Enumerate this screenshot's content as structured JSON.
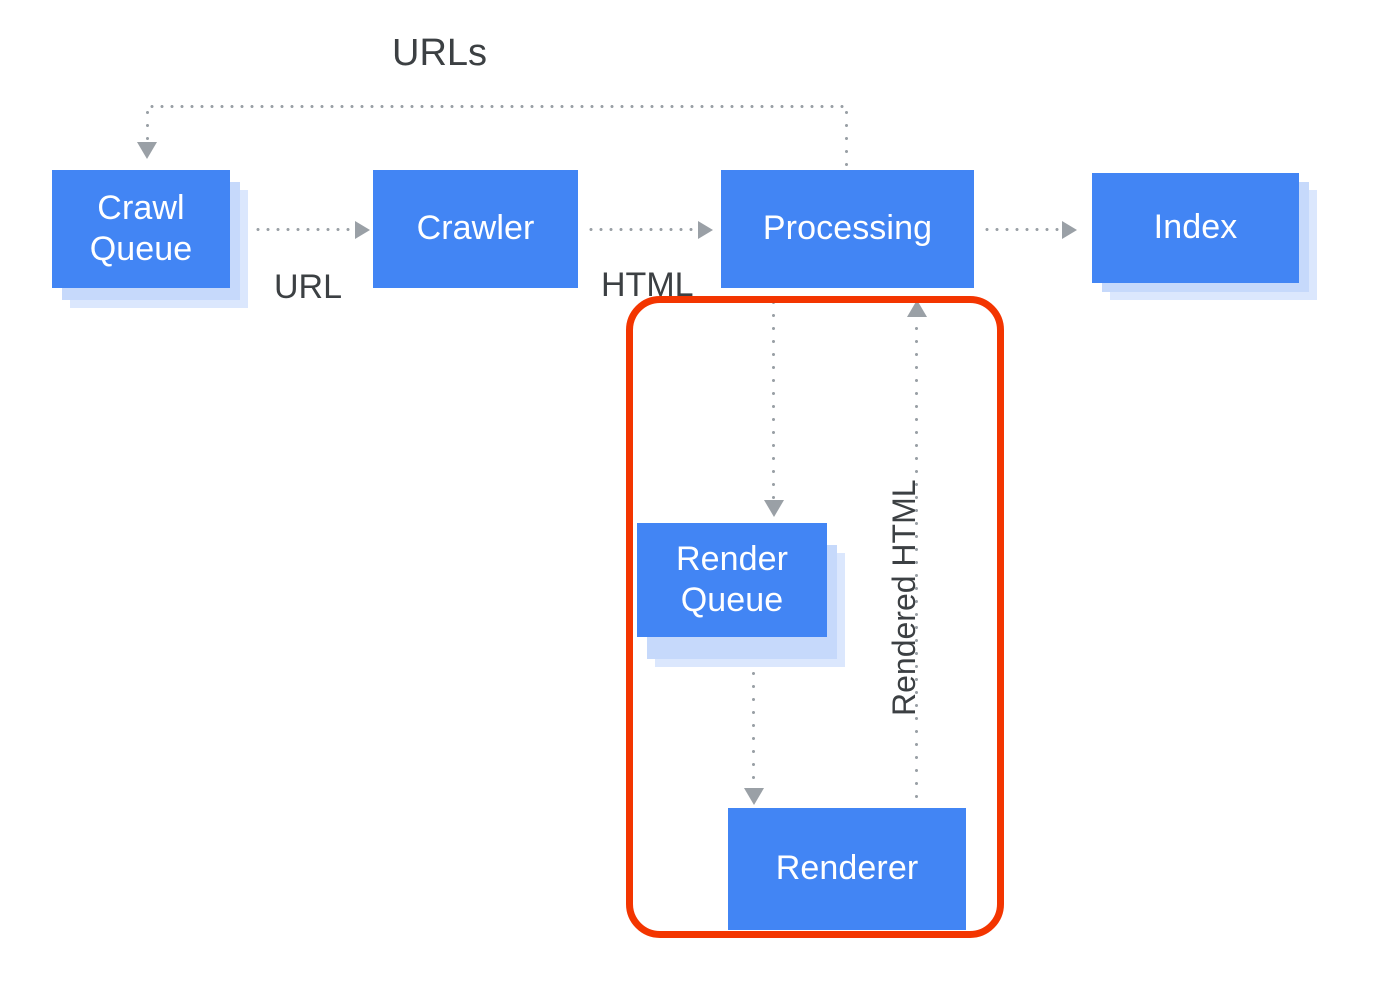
{
  "diagram": {
    "title_text": "URLs",
    "colors": {
      "node_blue": "#4285F4",
      "node_shadow_blue": "#c6d9fb",
      "node_shadow_blue_light": "#dbe7fd",
      "connector_gray": "#9aa0a6",
      "label_dark": "#3c4043",
      "highlight_red": "#F33500",
      "background": "#ffffff"
    },
    "nodes": [
      {
        "id": "crawl-queue",
        "label": "Crawl\nQueue",
        "stacked": true
      },
      {
        "id": "crawler",
        "label": "Crawler",
        "stacked": false
      },
      {
        "id": "processing",
        "label": "Processing",
        "stacked": false
      },
      {
        "id": "index",
        "label": "Index",
        "stacked": true
      },
      {
        "id": "render-queue",
        "label": "Render\nQueue",
        "stacked": true
      },
      {
        "id": "renderer",
        "label": "Renderer",
        "stacked": false
      }
    ],
    "edge_labels": {
      "urls": "URLs",
      "url": "URL",
      "html": "HTML",
      "rendered_html": "Rendered HTML"
    },
    "edges": [
      {
        "from": "crawl-queue",
        "to": "crawler",
        "label": "URL"
      },
      {
        "from": "crawler",
        "to": "processing",
        "label": "HTML"
      },
      {
        "from": "processing",
        "to": "index",
        "label": ""
      },
      {
        "from": "processing",
        "to": "crawl-queue",
        "label": "URLs"
      },
      {
        "from": "processing",
        "to": "render-queue",
        "label": ""
      },
      {
        "from": "render-queue",
        "to": "renderer",
        "label": ""
      },
      {
        "from": "renderer",
        "to": "processing",
        "label": "Rendered HTML"
      }
    ],
    "highlight": {
      "name": "rendering-subsystem-highlight",
      "contains": [
        "render-queue",
        "renderer"
      ]
    }
  }
}
